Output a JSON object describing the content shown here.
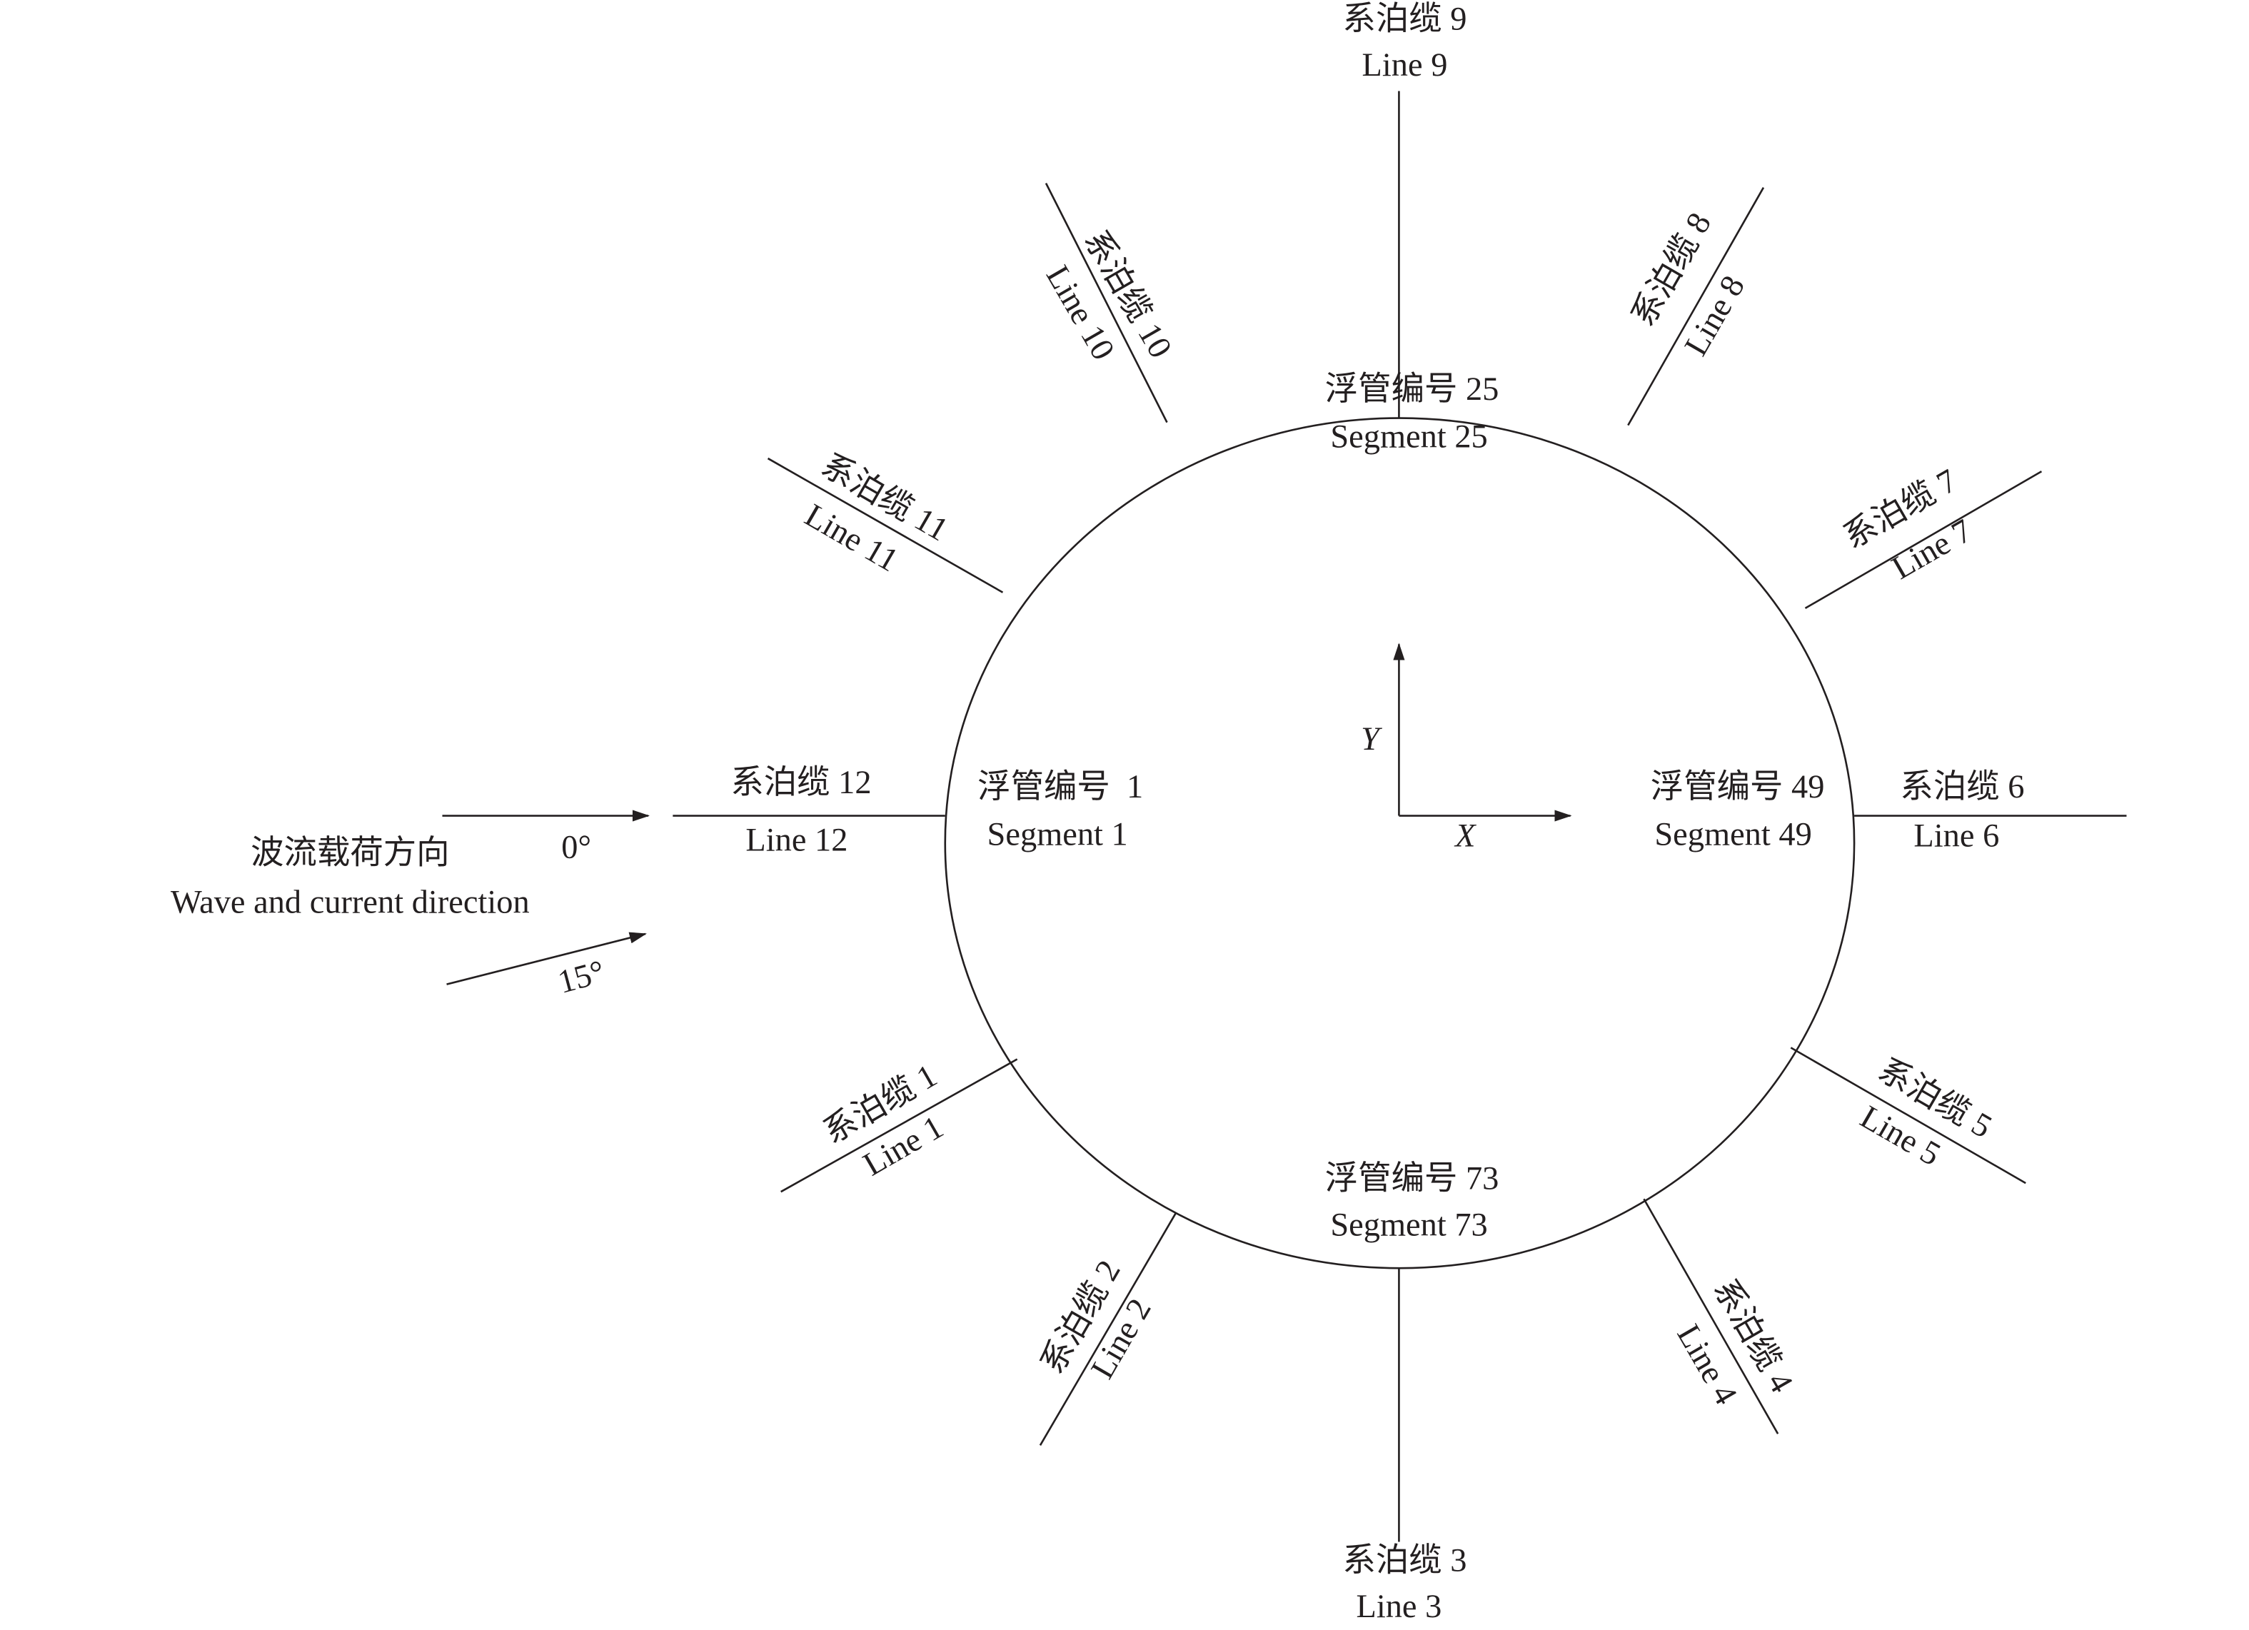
{
  "lines": [
    {
      "cn": "系泊缆 1",
      "en": "Line 1"
    },
    {
      "cn": "系泊缆 2",
      "en": "Line 2"
    },
    {
      "cn": "系泊缆 3",
      "en": "Line 3"
    },
    {
      "cn": "系泊缆 4",
      "en": "Line 4"
    },
    {
      "cn": "系泊缆 5",
      "en": "Line 5"
    },
    {
      "cn": "系泊缆 6",
      "en": "Line 6"
    },
    {
      "cn": "系泊缆 7",
      "en": "Line 7"
    },
    {
      "cn": "系泊缆 8",
      "en": "Line 8"
    },
    {
      "cn": "系泊缆 9",
      "en": "Line 9"
    },
    {
      "cn": "系泊缆 10",
      "en": "Line 10"
    },
    {
      "cn": "系泊缆 11",
      "en": "Line 11"
    },
    {
      "cn": "系泊缆 12",
      "en": "Line 12"
    }
  ],
  "segments": {
    "s1": {
      "cn": "浮管编号  1",
      "en": "Segment 1"
    },
    "s25": {
      "cn": "浮管编号 25",
      "en": "Segment 25"
    },
    "s49": {
      "cn": "浮管编号 49",
      "en": "Segment 49"
    },
    "s73": {
      "cn": "浮管编号 73",
      "en": "Segment 73"
    }
  },
  "axes": {
    "x": "X",
    "y": "Y"
  },
  "direction": {
    "cn": "波流载荷方向",
    "en": "Wave and current direction",
    "angle0": "0°",
    "angle15": "15°"
  }
}
